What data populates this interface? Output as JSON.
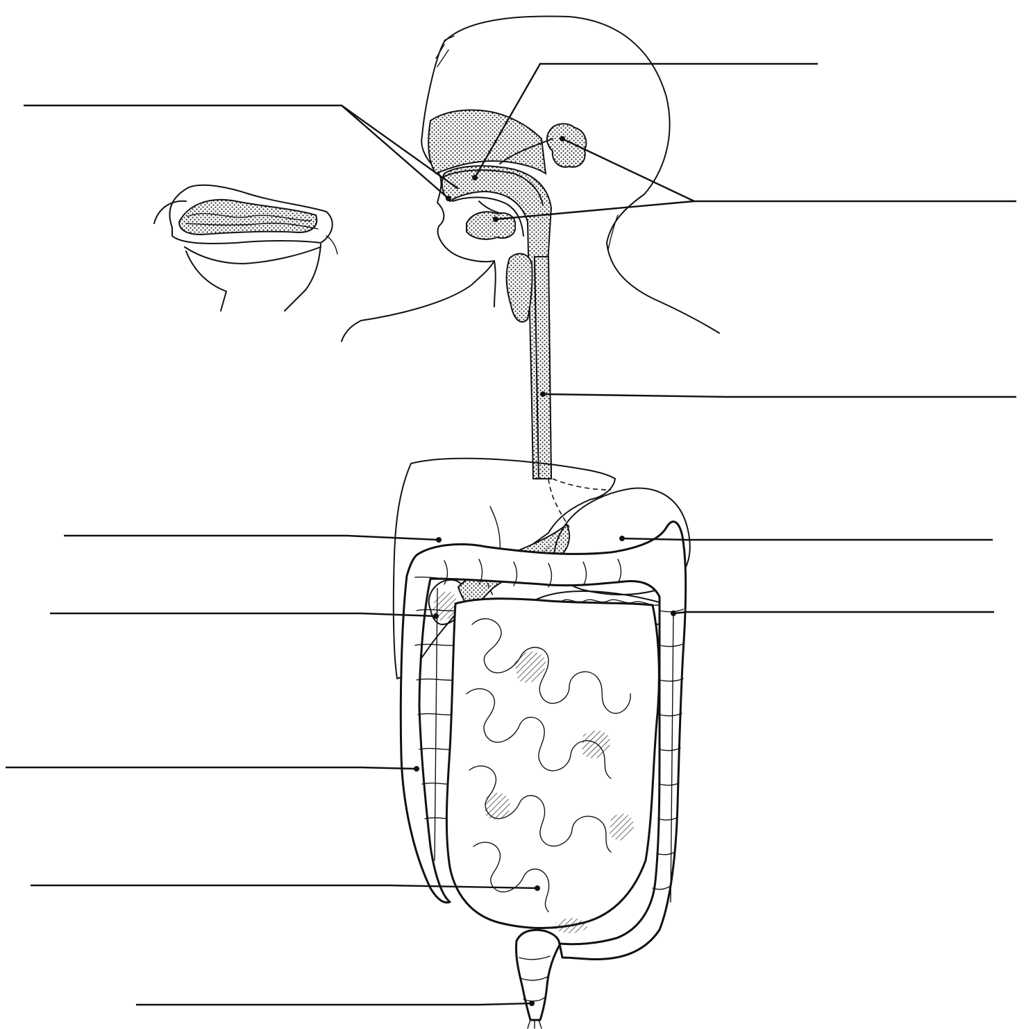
{
  "diagram": {
    "labels": [
      {
        "id": "mouth",
        "text": ""
      },
      {
        "id": "tongue",
        "text": ""
      },
      {
        "id": "salivary-glands",
        "text": ""
      },
      {
        "id": "esophagus",
        "text": ""
      },
      {
        "id": "liver",
        "text": ""
      },
      {
        "id": "stomach",
        "text": ""
      },
      {
        "id": "gallbladder",
        "text": ""
      },
      {
        "id": "pancreas",
        "text": ""
      },
      {
        "id": "large-intestine",
        "text": ""
      },
      {
        "id": "small-intestine",
        "text": ""
      },
      {
        "id": "rectum",
        "text": ""
      }
    ]
  },
  "colors": {
    "ink": "#111111",
    "background": "#ffffff"
  }
}
